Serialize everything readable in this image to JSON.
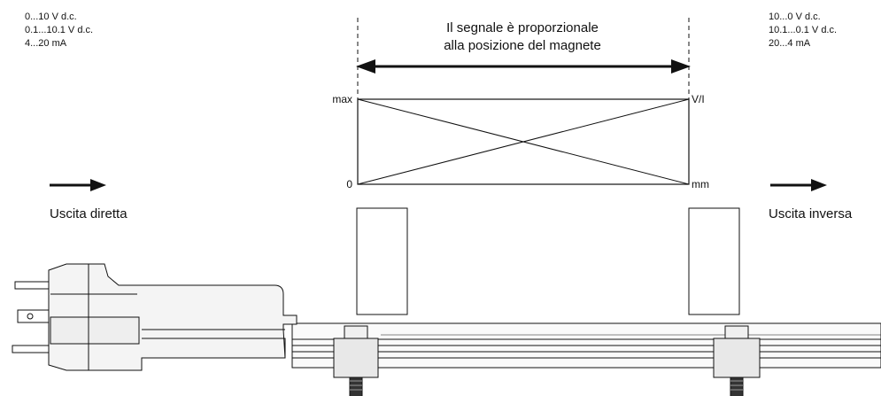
{
  "left_outputs": {
    "lines": [
      "0...10 V d.c.",
      "0.1...10.1 V d.c.",
      "4...20 mA"
    ],
    "arrow_label": "Uscita diretta"
  },
  "right_outputs": {
    "lines": [
      "10...0 V d.c.",
      "10.1...0.1 V d.c.",
      "20...4 mA"
    ],
    "arrow_label": "Uscita inversa"
  },
  "signal_caption": {
    "line1": "Il segnale è proporzionale",
    "line2": "alla posizione del magnete"
  },
  "graph_labels": {
    "max": "max",
    "zero": "0",
    "top_right": "V/I",
    "bottom_right": "mm"
  }
}
